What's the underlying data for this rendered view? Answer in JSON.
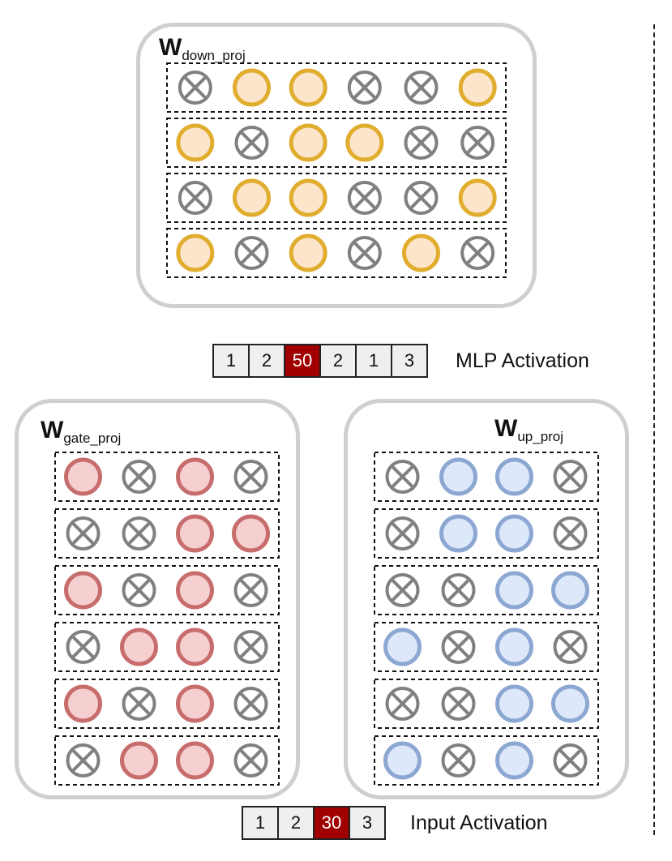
{
  "colors": {
    "panel_border": "#cfcfcf",
    "pruned_stroke": "#808080",
    "down_fill": "#fde5cc",
    "down_stroke": "#e0ad2e",
    "gate_fill": "#f6cfd1",
    "gate_stroke": "#c86d6d",
    "up_fill": "#dde8fa",
    "up_stroke": "#8ca8d2",
    "hot_cell": "#a00000"
  },
  "icons": {
    "pruned": "circle-x-icon",
    "kept": "circle-icon"
  },
  "down_proj": {
    "label_main": "W",
    "label_sub": "down_proj",
    "rows": [
      [
        0,
        1,
        1,
        0,
        0,
        1
      ],
      [
        1,
        0,
        1,
        1,
        0,
        0
      ],
      [
        0,
        1,
        1,
        0,
        0,
        1
      ],
      [
        1,
        0,
        1,
        0,
        1,
        0
      ]
    ]
  },
  "mlp_activation": {
    "values": [
      "1",
      "2",
      "50",
      "2",
      "1",
      "3"
    ],
    "highlight_index": 2,
    "label": "MLP Activation"
  },
  "gate_proj": {
    "label_main": "W",
    "label_sub": "gate_proj",
    "rows": [
      [
        1,
        0,
        1,
        0
      ],
      [
        0,
        0,
        1,
        1
      ],
      [
        1,
        0,
        1,
        0
      ],
      [
        0,
        1,
        1,
        0
      ],
      [
        1,
        0,
        1,
        0
      ],
      [
        0,
        1,
        1,
        0
      ]
    ]
  },
  "up_proj": {
    "label_main": "W",
    "label_sub": "up_proj",
    "rows": [
      [
        0,
        1,
        1,
        0
      ],
      [
        0,
        1,
        1,
        0
      ],
      [
        0,
        0,
        1,
        1
      ],
      [
        1,
        0,
        1,
        0
      ],
      [
        0,
        0,
        1,
        1
      ],
      [
        1,
        0,
        1,
        0
      ]
    ]
  },
  "input_activation": {
    "values": [
      "1",
      "2",
      "30",
      "3"
    ],
    "highlight_index": 2,
    "label": "Input Activation"
  }
}
